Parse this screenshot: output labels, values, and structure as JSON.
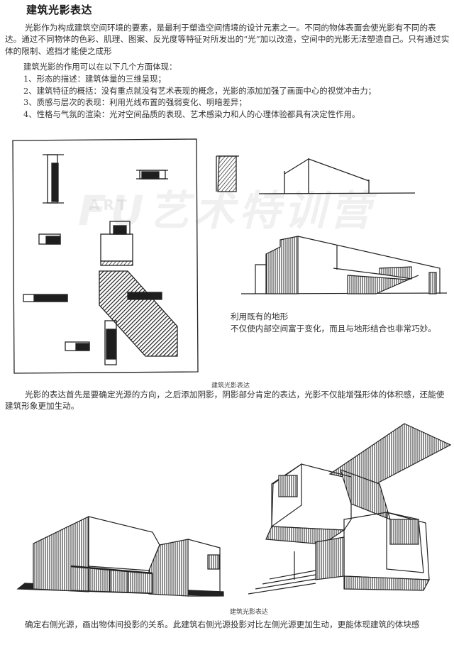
{
  "document": {
    "title": "建筑光影表达",
    "paragraph_1": "光影作为构成建筑空间环境的要素，是最利于塑造空间情境的设计元素之一。不同的物体表面会使光影有不同的表达。通过不同物体的色彩、肌理、图案、反光度等特征对所发出的“光”加以改造，空间中的光影无法塑造自己。只有通过实体的限制、遮挡才能使之成形",
    "list_intro": "建筑光影的作用可以在以下几个方面体现：",
    "list_items": [
      "1、形态的描述：建筑体量的三维呈现；",
      "2、建筑特征的概括：没有重点就没有艺术表现的概念，光影的添加加强了画面中心的视觉冲击力；",
      "3、质感与层次的表现：利用光线布置的强弱变化、明暗差异；",
      "4、性格与气氛的渲染：光对空间品质的表现、艺术感染力和人的心理体验都具有决定性作用。"
    ],
    "side_note": {
      "line_1": "利用既有的地形",
      "line_2": "不仅使内部空间富于变化，而且与地形结合也非常巧妙。"
    },
    "caption_1": "建筑光影表达",
    "paragraph_2": "光影的表达首先是要确定光源的方向，之后添加阴影，阴影部分肯定的表达，光影不仅能增强形体的体积感，还能使建筑形象更加生动。",
    "caption_2": "建筑光影表达",
    "paragraph_3": "确定右侧光源，画出物体间投影的关系。此建筑右侧光源投影对比左侧光源更加生动，更能体现建筑的体块感"
  },
  "watermark": {
    "main": "FU艺术特训营",
    "small": "ART"
  },
  "figures": [
    {
      "name": "plan-shadow-sketch",
      "description": "site plan with blocks casting diagonal shadows"
    },
    {
      "name": "section-elevation-sketch",
      "description": "small hatched block and building section outline"
    },
    {
      "name": "terrain-building-sketch",
      "description": "building integrated with terrain, hatched shading"
    },
    {
      "name": "low-building-sketch",
      "description": "low building with vertical hatching and porch"
    },
    {
      "name": "cantilever-boxes-sketch",
      "description": "stacked cantilevered boxes with stairs"
    }
  ],
  "colors": {
    "ink": "#1e1e1e",
    "text": "#333333",
    "background": "#ffffff"
  }
}
